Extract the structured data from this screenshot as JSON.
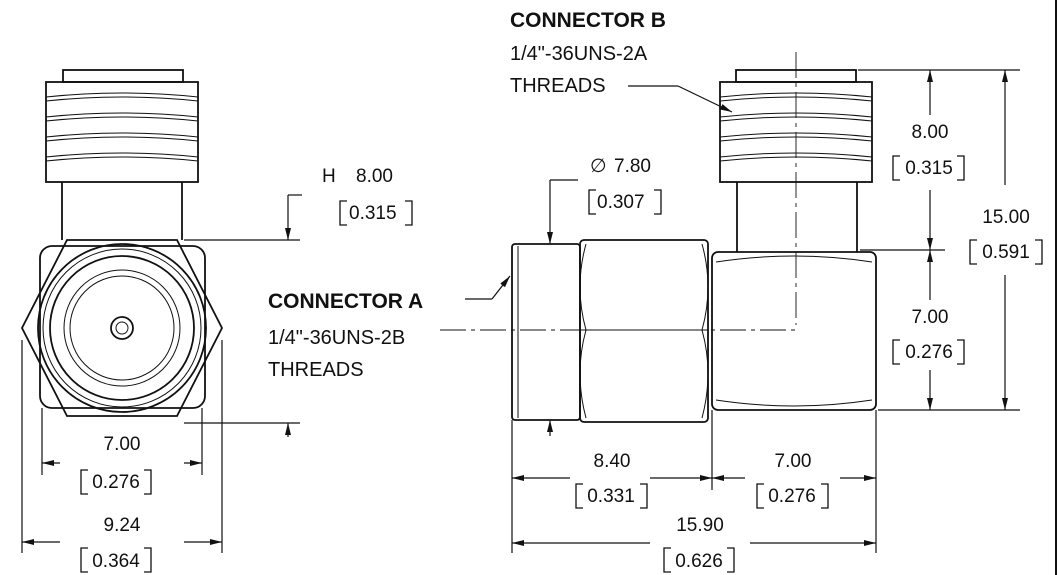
{
  "connector_b": {
    "title": "CONNECTOR B",
    "thread": "1/4\"-36UNS-2A",
    "threads_word": "THREADS"
  },
  "connector_a": {
    "title": "CONNECTOR A",
    "thread": "1/4\"-36UNS-2B",
    "threads_word": "THREADS"
  },
  "left_view": {
    "h_label": "H",
    "h_mm": "8.00",
    "h_in": "0.315",
    "hex_w_mm": "7.00",
    "hex_w_in": "0.276",
    "overall_w_mm": "9.24",
    "overall_w_in": "0.364"
  },
  "right_view": {
    "dia_symbol": "∅",
    "dia_mm": "7.80",
    "dia_in": "0.307",
    "top_mm": "8.00",
    "top_in": "0.315",
    "total_h_mm": "15.00",
    "total_h_in": "0.591",
    "body_h_mm": "7.00",
    "body_h_in": "0.276",
    "conn_len_mm": "8.40",
    "conn_len_in": "0.331",
    "body_len_mm": "7.00",
    "body_len_in": "0.276",
    "overall_len_mm": "15.90",
    "overall_len_in": "0.626"
  }
}
